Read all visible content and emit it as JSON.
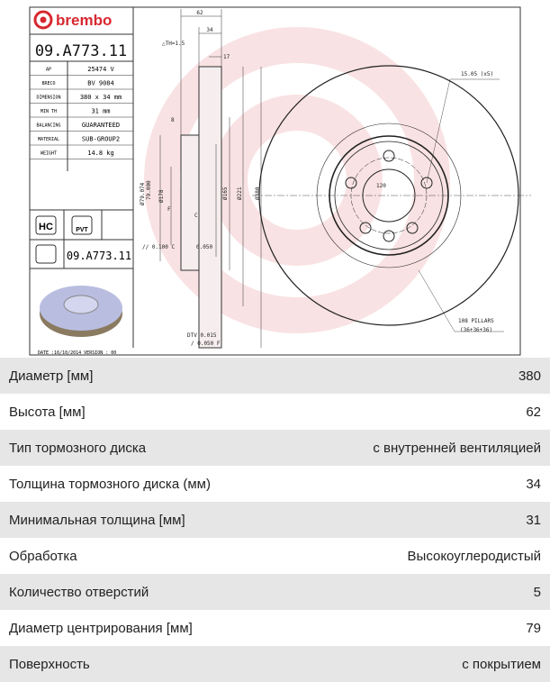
{
  "drawing": {
    "brand": "brembo",
    "part_number": "09.A773.11",
    "spec_rows": [
      {
        "label": "AP",
        "value": "25474 V"
      },
      {
        "label": "BRECO",
        "value": "BV 9084"
      },
      {
        "label": "DIMENSION",
        "value": "380 x 34 mm"
      },
      {
        "label": "MIN TH",
        "value": "31 mm"
      },
      {
        "label": "BALANCING",
        "value": "GUARANTEED"
      },
      {
        "label": "MATERIAL",
        "value": "SUB-GROUP2"
      },
      {
        "label": "WEIGHT",
        "value": "14.8 kg"
      }
    ],
    "badges": {
      "hc": "HC",
      "pvt": "PVT"
    },
    "date_line": "DATE :16/10/2014 VERSION : 00",
    "dims": {
      "d62": "62",
      "d34": "34",
      "th": "△TH=1.5",
      "d17": "17",
      "d8": "8",
      "d178": "Ø178",
      "d79a": "Ø79.074",
      "d79b": "79.000",
      "d165": "Ø165",
      "d221": "Ø221",
      "d380": "Ø380",
      "tol1": "// 0.100 C",
      "tol2": "0.050",
      "dtv": "DTV 0.015",
      "runout": "/ 0.050 F",
      "f": "F",
      "c": "C",
      "holes": "15.05 (x5)",
      "pcd": "120",
      "pillars1": "108 PILLARS",
      "pillars2": "(36+36+36)"
    },
    "brand_color": "#d7282f"
  },
  "specs": [
    {
      "label": "Диаметр [мм]",
      "value": "380"
    },
    {
      "label": "Высота [мм]",
      "value": "62"
    },
    {
      "label": "Тип тормозного диска",
      "value": "с внутренней вентиляцией"
    },
    {
      "label": "Толщина тормозного диска (мм)",
      "value": "34"
    },
    {
      "label": "Минимальная толщина [мм]",
      "value": "31"
    },
    {
      "label": "Обработка",
      "value": "Высокоуглеродистый"
    },
    {
      "label": "Количество отверстий",
      "value": "5"
    },
    {
      "label": "Диаметр центрирования [мм]",
      "value": "79"
    },
    {
      "label": "Поверхность",
      "value": "с покрытием"
    }
  ]
}
